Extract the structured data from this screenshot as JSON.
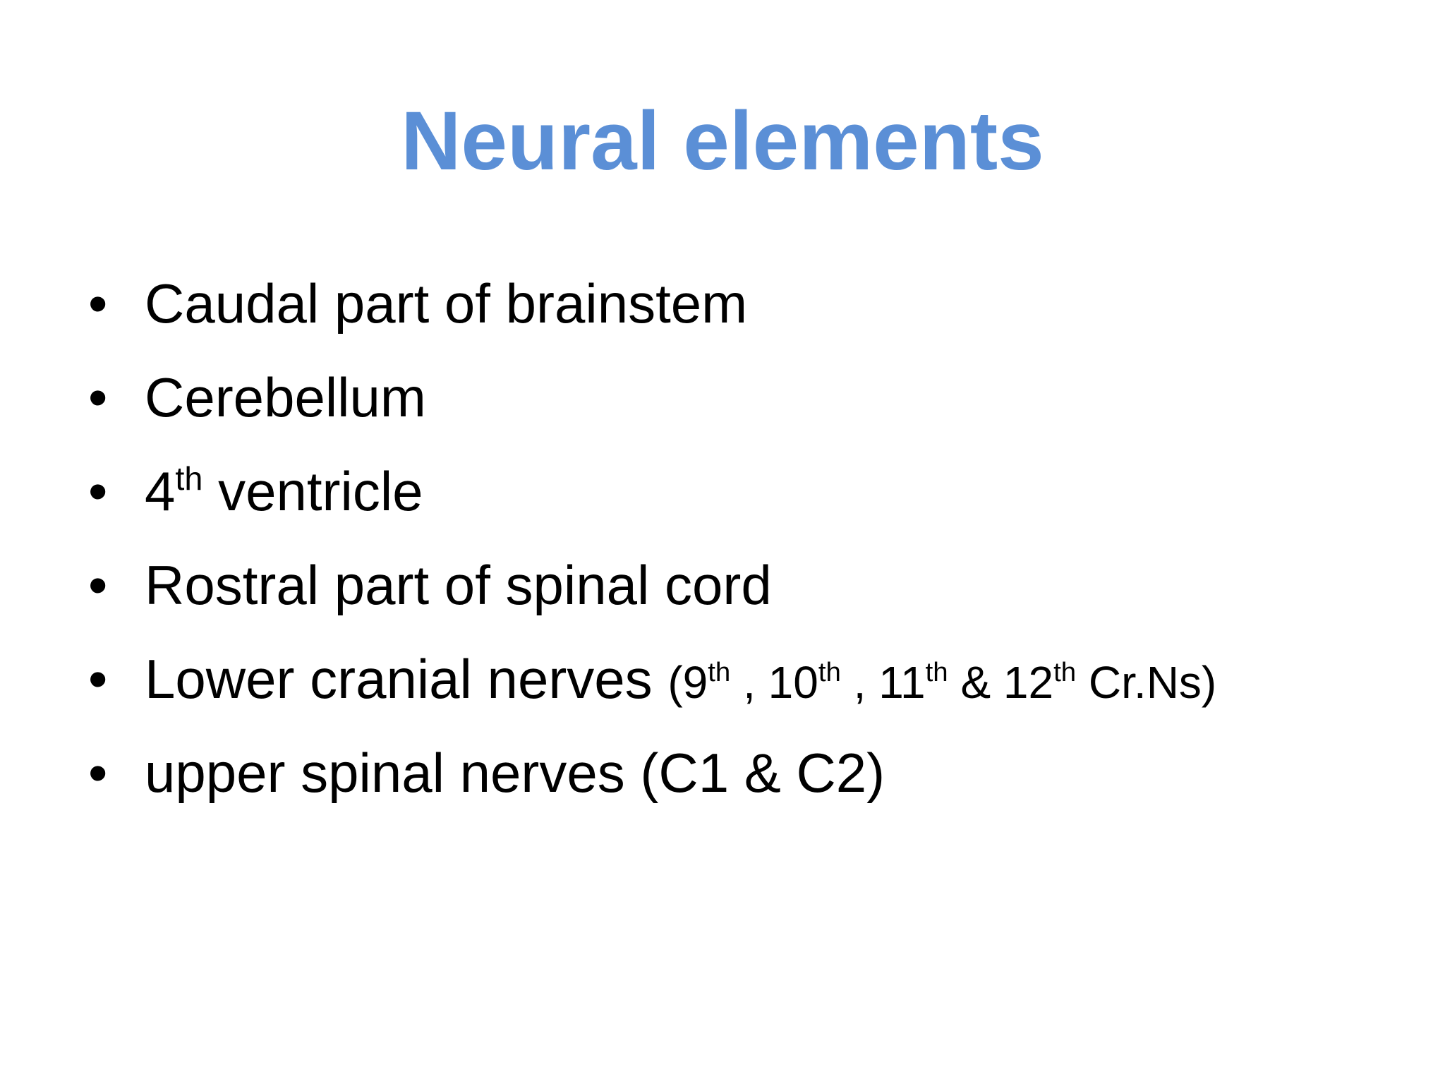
{
  "title": {
    "text": "Neural elements",
    "color": "#5b8fd6"
  },
  "bullet_symbol": "•",
  "items": [
    {
      "text": "Caudal part of brainstem"
    },
    {
      "text": "Cerebellum"
    },
    {
      "number": "4",
      "sup": "th",
      "rest": " ventricle"
    },
    {
      "text": "Rostral part of spinal cord"
    },
    {
      "text": "Lower cranial nerves ",
      "detail": {
        "open": "(9",
        "sup1": "th",
        "mid1": " , 10",
        "sup2": "th",
        "mid2": " , 11",
        "sup3": "th",
        "mid3": " & 12",
        "sup4": "th",
        "close": " Cr.Ns)"
      }
    },
    {
      "text": "upper spinal nerves (C1 & C2)"
    }
  ]
}
